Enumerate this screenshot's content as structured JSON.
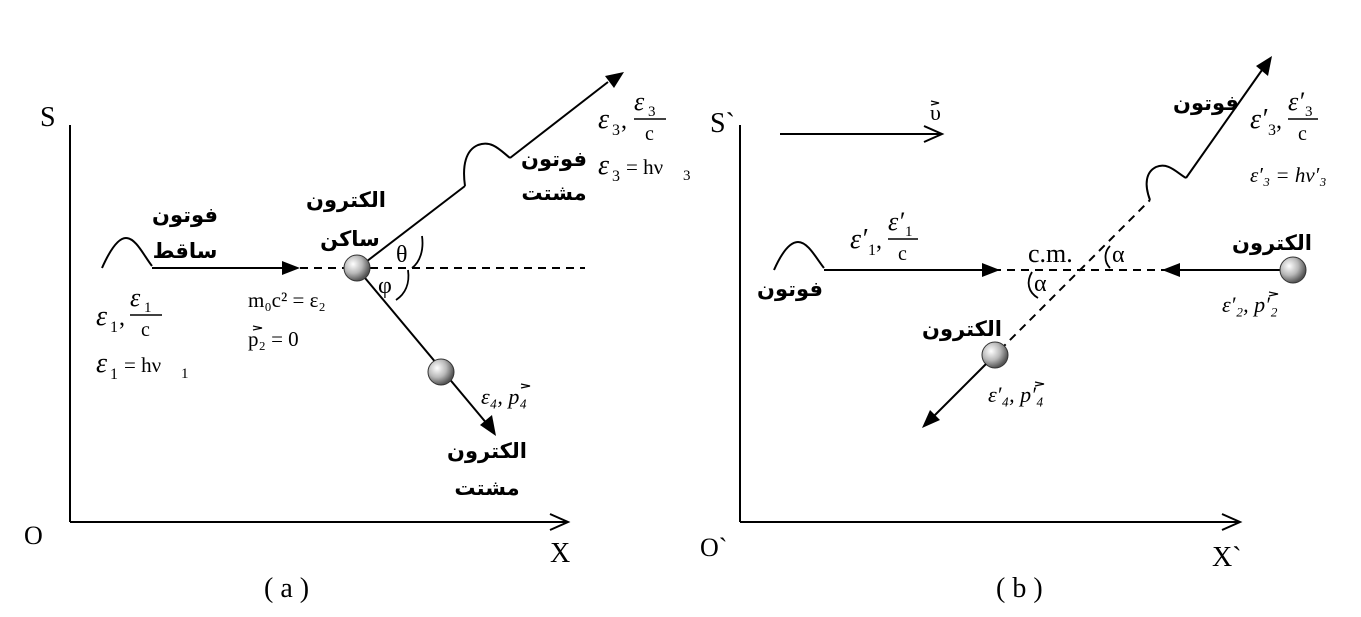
{
  "panel_a": {
    "caption": "( a )",
    "axis_y": "S",
    "axis_x": "X",
    "origin": "O",
    "photon_incident": [
      "فوتون",
      "ساقط"
    ],
    "e1_sym": "ε",
    "e1_sub": "1",
    "c": "c",
    "e1_eq_rhs": "= hν",
    "electron_rest": [
      "الكترون",
      "ساكن"
    ],
    "m0c2": "m₀c² = ε₂",
    "p2": "p₂ = 0",
    "theta": "θ",
    "phi": "φ",
    "photon_scattered": [
      "فوتون",
      "مشتت"
    ],
    "e3_sub": "3",
    "e3_eq_rhs": "= hν",
    "e4": "ε₄, p₄",
    "electron_scattered": [
      "الكترون",
      "مشتت"
    ]
  },
  "panel_b": {
    "caption": "( b )",
    "axis_y": "S`",
    "axis_x": "X`",
    "origin": "O`",
    "velocity": "υ",
    "photon_in": "فوتون",
    "e1p_sub": "1",
    "c": "c",
    "cm": "c.m.",
    "alpha": "α",
    "electron_in": "الكترون",
    "e2p": "ε′₂, p′₂",
    "electron_out": "الكترون",
    "e4p": "ε′₄, p′₄",
    "photon_out": "فوتون",
    "e3p_sub": "3",
    "e3p_eq": "ε′₃ = hν′₃"
  }
}
